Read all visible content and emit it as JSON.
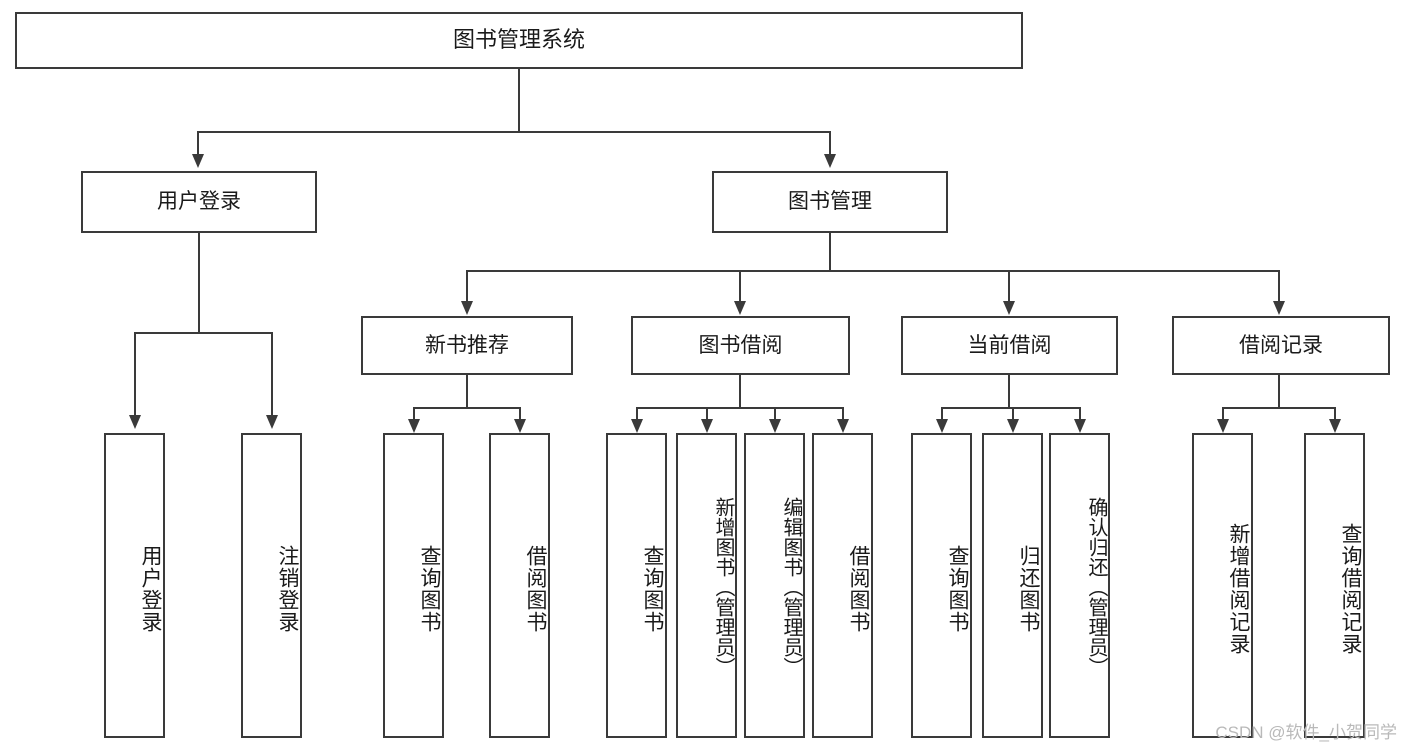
{
  "diagram": {
    "title": "图书管理系统",
    "watermark": "CSDN @软件_小贺同学",
    "colors": {
      "stroke": "#3a3a3a",
      "text": "#1a1a1a",
      "background": "#ffffff",
      "watermark": "#b9b9b9"
    },
    "root": {
      "label": "图书管理系统"
    },
    "level2": [
      {
        "label": "用户登录"
      },
      {
        "label": "图书管理"
      }
    ],
    "level3": [
      {
        "label": "新书推荐"
      },
      {
        "label": "图书借阅"
      },
      {
        "label": "当前借阅"
      },
      {
        "label": "借阅记录"
      }
    ],
    "leaves": {
      "user_login": [
        {
          "label": "用户登录"
        },
        {
          "label": "注销登录"
        }
      ],
      "new_book_recommend": [
        {
          "label": "查询图书"
        },
        {
          "label": "借阅图书"
        }
      ],
      "book_borrow": [
        {
          "label": "查询图书"
        },
        {
          "label": "新增图书（管理员）"
        },
        {
          "label": "编辑图书（管理员）"
        },
        {
          "label": "借阅图书"
        }
      ],
      "current_borrow": [
        {
          "label": "查询图书"
        },
        {
          "label": "归还图书"
        },
        {
          "label": "确认归还（管理员）"
        }
      ],
      "borrow_record": [
        {
          "label": "新增借阅记录"
        },
        {
          "label": "查询借阅记录"
        }
      ]
    }
  }
}
